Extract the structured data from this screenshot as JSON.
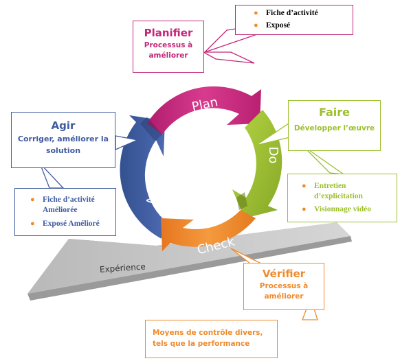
{
  "colors": {
    "plan": "#c2277a",
    "do": "#9cbf2e",
    "check": "#ef8a2c",
    "action": "#3f5ba0",
    "plank": "#c4c4c4",
    "bullet": "#f08a24"
  },
  "cycle": {
    "plan": "Plan",
    "do": "Do",
    "check": "Check",
    "action": "Action"
  },
  "ramp_label": "Expérience",
  "planifier": {
    "title": "Planifier",
    "subtitle_lines": [
      "Processus à",
      "améliorer"
    ],
    "bullets": [
      "Fiche d’activité",
      "Exposé"
    ]
  },
  "faire": {
    "title": "Faire",
    "subtitle": "Développer l’œuvre",
    "bullets": [
      [
        "Entretien",
        "d’explicitation"
      ],
      [
        "Visionnage vidéo"
      ]
    ]
  },
  "agir": {
    "title": "Agir",
    "subtitle_lines": [
      "Corriger, améliorer la",
      "solution"
    ],
    "bullets": [
      [
        "Fiche d’activité",
        "Améliorée"
      ],
      [
        "Exposé Amélioré"
      ]
    ]
  },
  "verifier": {
    "title": "Vérifier",
    "subtitle_lines": [
      "Processus à",
      "améliorer"
    ],
    "note_lines": [
      "Moyens de contrôle divers,",
      "tels que la performance"
    ]
  }
}
